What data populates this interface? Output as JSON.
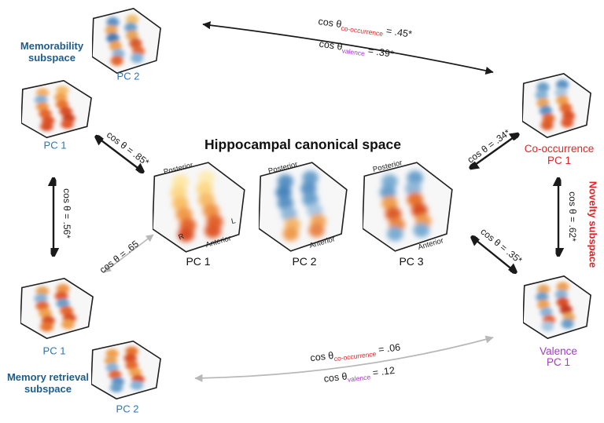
{
  "figure": {
    "title": "Hippocampal canonical space"
  },
  "colors": {
    "subspace_blue": "#1f5c8a",
    "pc_blue": "#2e74b5",
    "red": "#e02428",
    "purple": "#a438cf",
    "arrow_black": "#1a1a1a",
    "arrow_gray": "#b8b8b8"
  },
  "canonical": {
    "pc_labels": [
      "PC 1",
      "PC 2",
      "PC 3"
    ],
    "axes": {
      "posterior": "Posterior",
      "anterior": "Anterior",
      "right": "R",
      "left": "L"
    }
  },
  "memorability": {
    "title_line1": "Memorability",
    "title_line2": "subspace",
    "pc1_label": "PC 1",
    "pc2_label": "PC 2"
  },
  "retrieval": {
    "title_line1": "Memory retrieval",
    "title_line2": "subspace",
    "pc1_label": "PC 1",
    "pc2_label": "PC 2"
  },
  "cooccurrence": {
    "title": "Co-occurrence",
    "pc_label": "PC 1"
  },
  "novelty": {
    "title": "Novelty subspace"
  },
  "valence": {
    "title": "Valence",
    "pc_label": "PC 1"
  },
  "angles": {
    "top_cooccurrence": {
      "prefix": "cos θ",
      "sub": "co-occurrence",
      "suffix": " = .45*"
    },
    "top_valence": {
      "prefix": "cos θ",
      "sub": "valence",
      "suffix": " = .39*"
    },
    "memorability_canonical": "cos θ = .85*",
    "memorability_retrieval": "cos θ = .56*",
    "retrieval_canonical": "cos θ = .65",
    "canonical_cooccurrence": "cos θ = .34*",
    "cooccurrence_valence": "cos θ = .62*",
    "canonical_valence": "cos θ = .35*",
    "bottom_cooccurrence": {
      "prefix": "cos θ",
      "sub": "co-occurrence",
      "suffix": " = .06"
    },
    "bottom_valence": {
      "prefix": "cos θ",
      "sub": "valence",
      "suffix": " = .12"
    }
  }
}
